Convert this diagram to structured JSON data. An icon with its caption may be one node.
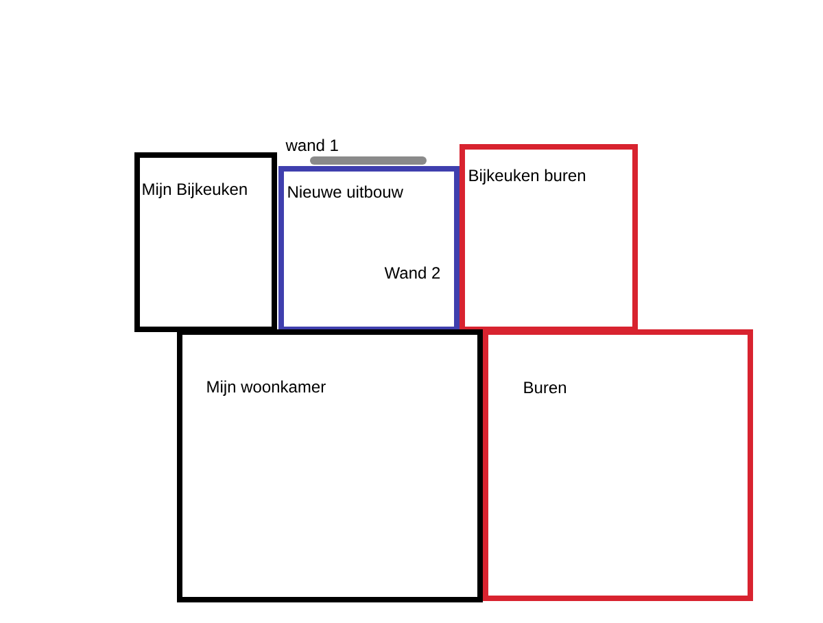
{
  "diagram": {
    "nodes": [
      {
        "text": [
          "Mijn Bijkeuken"
        ]
      },
      {
        "text": [
          "Nieuwe uitbouw"
        ]
      },
      {
        "text": [
          "Bijkeuken buren"
        ]
      },
      {
        "text": [
          "Mijn woonkamer"
        ]
      },
      {
        "text": [
          "Buren"
        ]
      }
    ],
    "labels": [
      "wand 1",
      "Wand 2"
    ]
  }
}
